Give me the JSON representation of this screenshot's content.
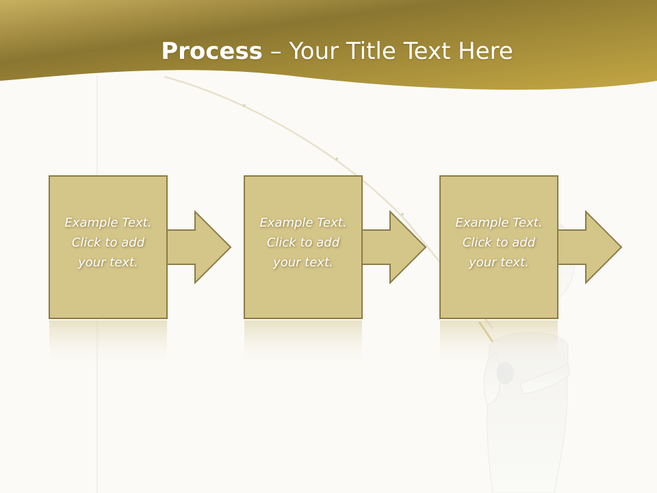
{
  "title": {
    "bold": "Process",
    "rest": " – Your Title Text Here"
  },
  "steps": [
    {
      "lines": [
        "Example Text.",
        "Click  to add",
        "your text."
      ]
    },
    {
      "lines": [
        "Example Text.",
        "Click  to add",
        "your text."
      ]
    },
    {
      "lines": [
        "Example Text.",
        "Click  to add",
        "your text."
      ]
    }
  ],
  "colors": {
    "header_dark": "#8a7630",
    "header_light": "#c0a544",
    "box_fill": "#d4c589",
    "box_border": "#8c7b45",
    "background": "#fbfaf6"
  },
  "icons": [
    "fishing-rod-icon",
    "figure-3d-icon",
    "arrow-right-icon"
  ]
}
